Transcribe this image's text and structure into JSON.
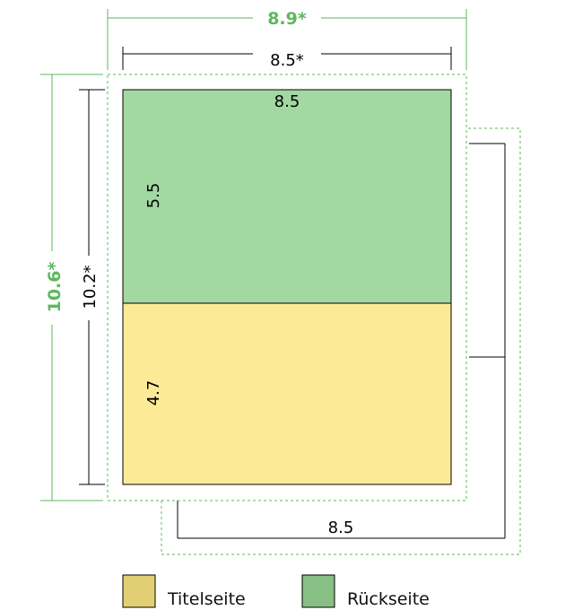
{
  "colors": {
    "green_accent": "#5cb85c",
    "back_fill": "#a3d8a2",
    "title_fill": "#fdea96",
    "legend_title_swatch": "#e2cf73",
    "legend_back_swatch": "#88bf84",
    "line": "#000000"
  },
  "dimensions": {
    "outer_width": "8.9*",
    "outer_height": "10.6*",
    "inner_width": "8.5*",
    "inner_height": "10.2*",
    "back_width": "8.5",
    "back_height": "5.5",
    "title_height": "4.7",
    "rear_width": "8.5"
  },
  "legend": {
    "title_page": "Titelseite",
    "back_page": "Rückseite"
  }
}
